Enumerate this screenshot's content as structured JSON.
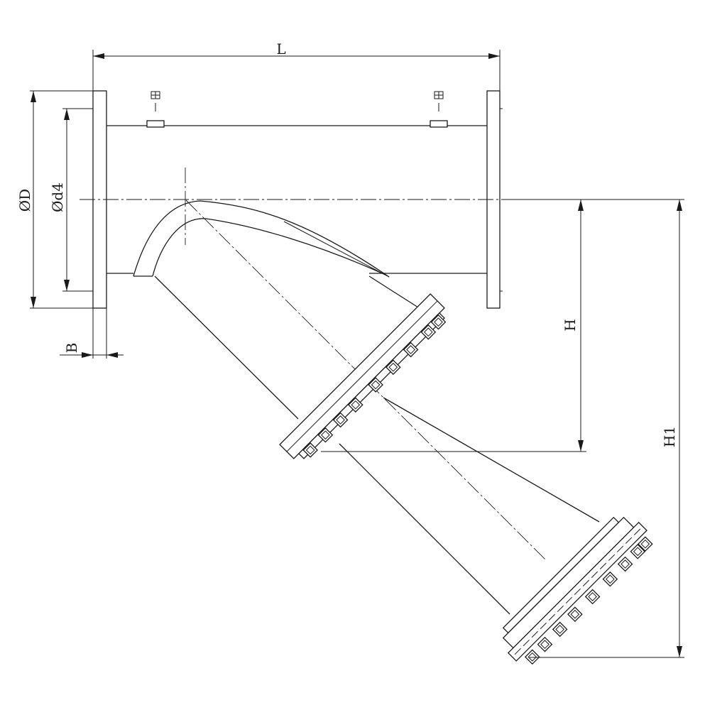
{
  "dimensions": {
    "length": "L",
    "flange_diameter": "ØD",
    "raised_face_diameter": "Ød4",
    "flange_thickness": "B",
    "height": "H",
    "total_height": "H1"
  },
  "colors": {
    "line": "#1a1a1a",
    "background": "#ffffff"
  }
}
